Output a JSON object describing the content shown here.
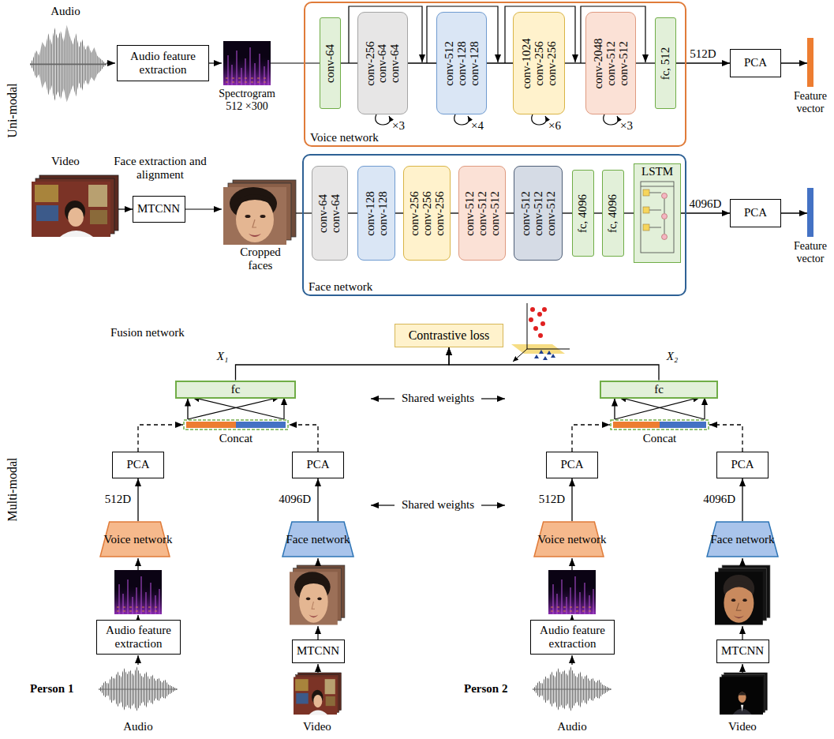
{
  "diagram": {
    "nodes": [
      {
        "text": [
          "Audio feature extraction"
        ]
      },
      {
        "text": [
          "Voice network"
        ]
      },
      {
        "text": [
          "conv-64"
        ],
        "in": 1
      },
      {
        "text": [
          "conv-256",
          "conv-64",
          "conv-64"
        ],
        "in": 1
      },
      {
        "text": [
          "conv-512",
          "conv-128",
          "conv-128"
        ],
        "in": 1
      },
      {
        "text": [
          "conv-1024",
          "conv-256",
          "conv-256"
        ],
        "in": 1
      },
      {
        "text": [
          "conv-2048",
          "conv-512",
          "conv-512"
        ],
        "in": 1
      },
      {
        "text": [
          "fc, 512"
        ],
        "in": 1
      },
      {
        "text": [
          "PCA"
        ]
      },
      {
        "text": [
          "Feature vector"
        ]
      },
      {
        "text": [
          "MTCNN"
        ]
      },
      {
        "text": [
          "Face network"
        ]
      },
      {
        "text": [
          "conv-64",
          "conv-64"
        ],
        "in": 11
      },
      {
        "text": [
          "conv-128",
          "conv-128"
        ],
        "in": 11
      },
      {
        "text": [
          "conv-256",
          "conv-256",
          "conv-256"
        ],
        "in": 11
      },
      {
        "text": [
          "conv-512",
          "conv-512",
          "conv-512"
        ],
        "in": 11
      },
      {
        "text": [
          "conv-512",
          "conv-512",
          "conv-512"
        ],
        "in": 11
      },
      {
        "text": [
          "fc, 4096"
        ],
        "in": 11
      },
      {
        "text": [
          "fc, 4096"
        ],
        "in": 11
      },
      {
        "text": [
          "LSTM"
        ],
        "in": 11
      },
      {
        "text": [
          "PCA"
        ]
      },
      {
        "text": [
          "Feature vector"
        ]
      },
      {
        "text": [
          "Contrastive loss"
        ]
      },
      {
        "text": [
          "fc"
        ]
      },
      {
        "text": [
          "fc"
        ]
      },
      {
        "text": [
          "Concat"
        ]
      },
      {
        "text": [
          "Concat"
        ]
      },
      {
        "text": [
          "PCA"
        ]
      },
      {
        "text": [
          "PCA"
        ]
      },
      {
        "text": [
          "PCA"
        ]
      },
      {
        "text": [
          "PCA"
        ]
      },
      {
        "text": [
          "Voice network"
        ]
      },
      {
        "text": [
          "Face network"
        ]
      },
      {
        "text": [
          "Voice network"
        ]
      },
      {
        "text": [
          "Face network"
        ]
      },
      {
        "text": [
          "Audio feature extraction"
        ]
      },
      {
        "text": [
          "MTCNN"
        ]
      },
      {
        "text": [
          "Audio feature extraction"
        ]
      },
      {
        "text": [
          "MTCNN"
        ]
      }
    ],
    "edges": [
      {
        "from": 2,
        "to": 3,
        "arrow": "none"
      },
      {
        "from": 3,
        "to": 4,
        "arrow": "none"
      },
      {
        "from": 4,
        "to": 5,
        "arrow": "none"
      },
      {
        "from": 5,
        "to": 6,
        "arrow": "none"
      },
      {
        "from": 6,
        "to": 7,
        "arrow": "none"
      },
      {
        "from": 7,
        "to": 8,
        "arrow": "to",
        "label": "512D"
      },
      {
        "from": 8,
        "to": 9,
        "arrow": "to"
      },
      {
        "from": 12,
        "to": 13,
        "arrow": "none"
      },
      {
        "from": 13,
        "to": 14,
        "arrow": "none"
      },
      {
        "from": 14,
        "to": 15,
        "arrow": "none"
      },
      {
        "from": 15,
        "to": 16,
        "arrow": "none"
      },
      {
        "from": 16,
        "to": 17,
        "arrow": "none"
      },
      {
        "from": 17,
        "to": 18,
        "arrow": "none"
      },
      {
        "from": 18,
        "to": 19,
        "arrow": "none"
      },
      {
        "from": 19,
        "to": 20,
        "arrow": "to",
        "label": "4096D"
      },
      {
        "from": 20,
        "to": 21,
        "arrow": "to"
      },
      {
        "from": 23,
        "to": 22,
        "arrow": "to"
      },
      {
        "from": 24,
        "to": 22,
        "arrow": "to"
      },
      {
        "from": 25,
        "to": 23,
        "arrow": "to"
      },
      {
        "from": 26,
        "to": 24,
        "arrow": "to"
      },
      {
        "from": 27,
        "to": 25,
        "arrow": "to"
      },
      {
        "from": 28,
        "to": 25,
        "arrow": "to"
      },
      {
        "from": 29,
        "to": 26,
        "arrow": "to"
      },
      {
        "from": 30,
        "to": 26,
        "arrow": "to"
      },
      {
        "from": 31,
        "to": 27,
        "arrow": "to",
        "label": "512D"
      },
      {
        "from": 32,
        "to": 28,
        "arrow": "to",
        "label": "4096D"
      },
      {
        "from": 33,
        "to": 29,
        "arrow": "to",
        "label": "512D"
      },
      {
        "from": 34,
        "to": 30,
        "arrow": "to",
        "label": "4096D"
      }
    ],
    "labels": [
      "Uni-modal",
      "Multi-modal",
      "Audio",
      "Spectrogram 512 ×300",
      "×3",
      "×4",
      "×6",
      "×3",
      "Video",
      "Face extraction and alignment",
      "Cropped faces",
      "Fusion network",
      "X₁",
      "X₂",
      "Shared weights",
      "Shared weights",
      "Person 1",
      "Audio",
      "Video",
      "Person 2",
      "Audio",
      "Video"
    ]
  }
}
